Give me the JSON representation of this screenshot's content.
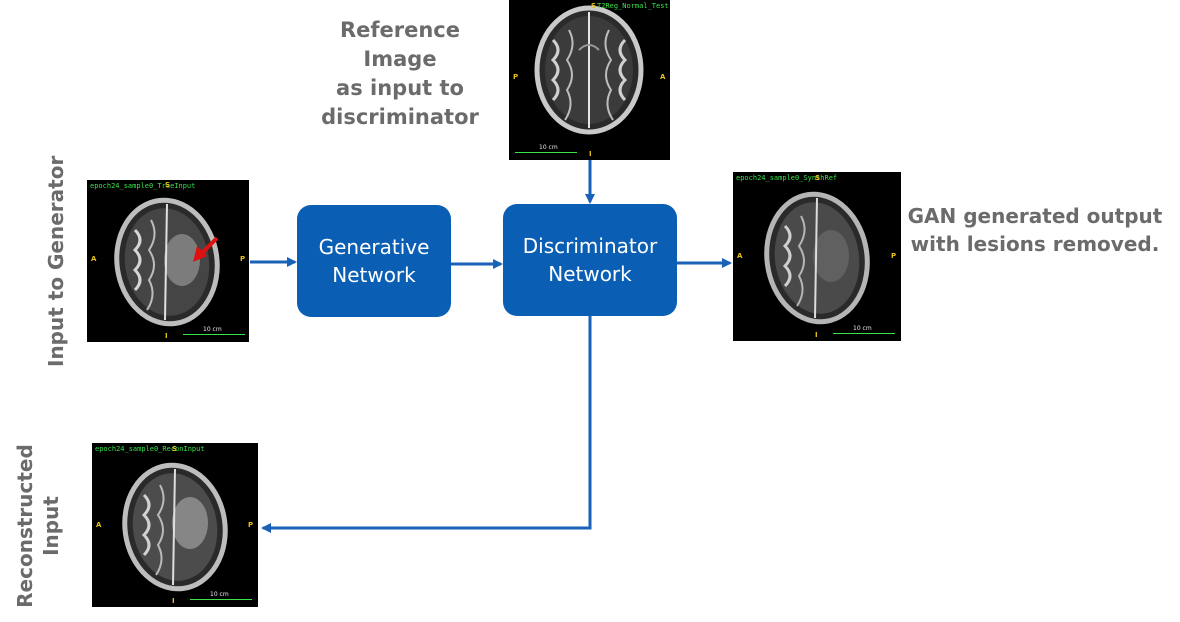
{
  "labels": {
    "reference": [
      "Reference Image",
      "as input to",
      "discriminator"
    ],
    "gan_output": [
      "GAN generated output",
      "with lesions removed."
    ],
    "input_generator": "Input to Generator",
    "reconstructed": [
      "Reconstructed",
      "Input"
    ]
  },
  "nodes": {
    "generative": [
      "Generative",
      "Network"
    ],
    "discriminator": [
      "Discriminator",
      "Network"
    ]
  },
  "images": {
    "reference": {
      "caption": "T2Reg_Normal_Test",
      "scale": "10 cm",
      "letter_top": "S",
      "letter_left": "P",
      "letter_right": "A",
      "letter_bottom": "I"
    },
    "input": {
      "caption": "epoch24_sample0_TrueInput",
      "scale": "10 cm",
      "letter_top": "S",
      "letter_left": "A",
      "letter_right": "P",
      "letter_bottom": "I"
    },
    "gan_output": {
      "caption": "epoch24_sample0_SynthRef",
      "scale": "10 cm",
      "letter_top": "S",
      "letter_left": "A",
      "letter_right": "P",
      "letter_bottom": "I"
    },
    "reconstructed": {
      "caption": "epoch24_sample0_ReconInput",
      "scale": "10 cm",
      "letter_top": "S",
      "letter_left": "A",
      "letter_right": "P",
      "letter_bottom": "I"
    }
  },
  "colors": {
    "box": "#0a5fb4",
    "arrow": "#1a62b8",
    "label": "#6b6b6b",
    "lesion_arrow": "#e01010"
  }
}
